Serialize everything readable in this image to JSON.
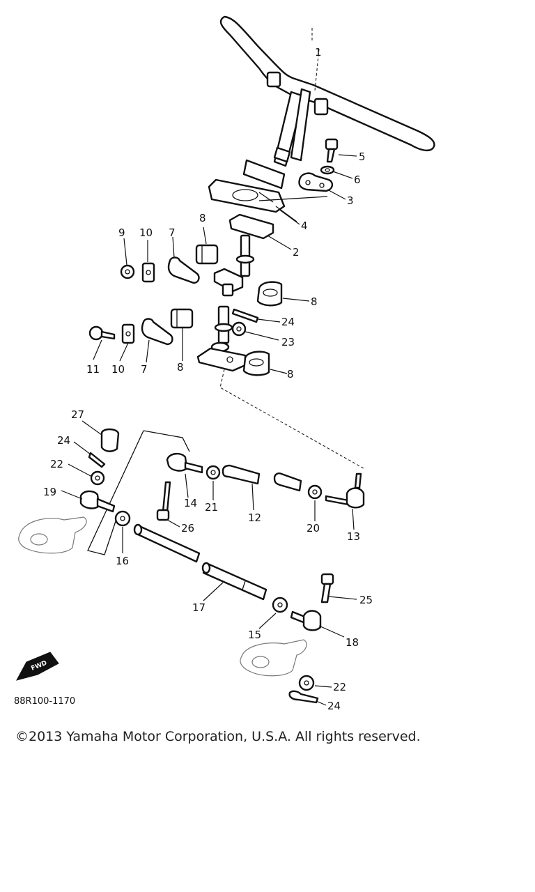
{
  "diagram": {
    "reference_code": "88R100-1170",
    "fwd_badge": "FWD",
    "callouts": [
      "1",
      "2",
      "3",
      "4",
      "5",
      "6",
      "7",
      "8",
      "9",
      "10",
      "11",
      "12",
      "13",
      "14",
      "15",
      "16",
      "17",
      "18",
      "19",
      "20",
      "21",
      "22",
      "23",
      "24",
      "25",
      "26",
      "27"
    ]
  },
  "footer": {
    "copyright": "©2013 Yamaha Motor Corporation, U.S.A. All rights reserved."
  }
}
